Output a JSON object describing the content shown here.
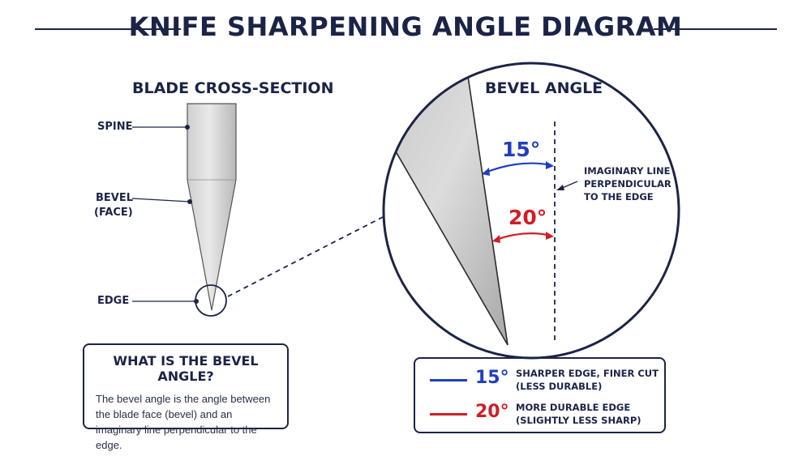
{
  "title": "KNIFE SHARPENING ANGLE DIAGRAM",
  "cross_section": {
    "heading": "BLADE CROSS-SECTION",
    "labels": {
      "spine": "SPINE",
      "bevel_line1": "BEVEL",
      "bevel_line2": "(FACE)",
      "edge": "EDGE"
    }
  },
  "bevel": {
    "heading": "BEVEL ANGLE",
    "angle_15": "15°",
    "angle_20": "20°",
    "note_line1": "IMAGINARY LINE",
    "note_line2": "PERPENDICULAR",
    "note_line3": "TO THE EDGE"
  },
  "info": {
    "title": "WHAT IS THE BEVEL ANGLE?",
    "body": "The bevel angle is the angle between the blade face (bevel) and an imaginary line perpendicular to the edge."
  },
  "legend": [
    {
      "value": "15°",
      "line1": "SHARPER EDGE, FINER CUT",
      "line2": "(LESS DURABLE)"
    },
    {
      "value": "20°",
      "line1": "MORE DURABLE EDGE",
      "line2": "(SLIGHTLY LESS SHARP)"
    }
  ],
  "colors": {
    "navy": "#1b2447",
    "blue": "#1f3fbf",
    "red": "#d01e26",
    "steel_light": "#e6e6e6",
    "steel_dark": "#a9a9a9"
  }
}
